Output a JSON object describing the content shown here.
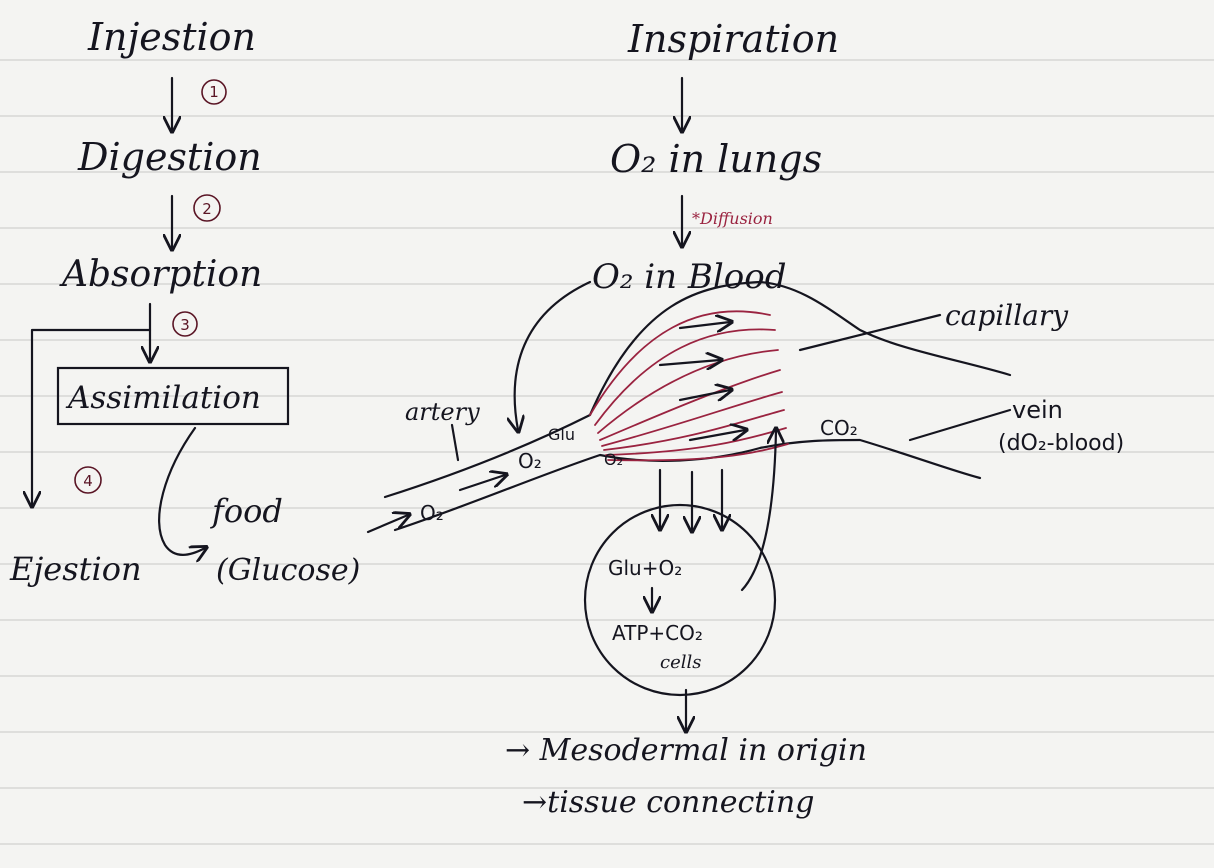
{
  "left_flow": {
    "ingestion": "Injestion",
    "step1": "1",
    "digestion": "Digestion",
    "step2": "2",
    "absorption": "Absorption",
    "step3": "3",
    "assimilation": "Assimilation",
    "step4": "4",
    "ejection": "Ejestion",
    "food": "food",
    "glucose": "(Glucose)"
  },
  "right_flow": {
    "inspiration": "Inspiration",
    "o2_lungs": "O₂ in lungs",
    "diffusion": "*Diffusion",
    "o2_blood": "O₂ in Blood"
  },
  "vessels": {
    "capillary": "capillary",
    "vein": "vein",
    "vein_note": "(dO₂-blood)",
    "artery": "artery",
    "o2_a": "O₂",
    "o2_b": "O₂",
    "glu": "Glu",
    "o2_c": "O₂",
    "co2": "CO₂"
  },
  "cell": {
    "line1": "Glu+O₂",
    "line2": "ATP+CO₂",
    "label": "cells"
  },
  "notes": {
    "note1": "→ Mesodermal in origin",
    "note2": "→tissue connecting"
  },
  "colors": {
    "ink": "#15151f",
    "red_ink": "#9a2340",
    "paper": "#f4f4f2"
  }
}
